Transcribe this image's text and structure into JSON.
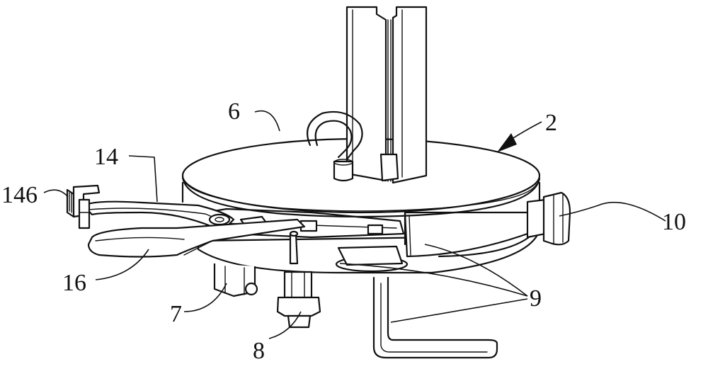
{
  "figure": {
    "labels": [
      {
        "id": "label-2",
        "text": "2"
      },
      {
        "id": "label-6",
        "text": "6"
      },
      {
        "id": "label-14",
        "text": "14"
      },
      {
        "id": "label-146",
        "text": "146"
      },
      {
        "id": "label-16",
        "text": "16"
      },
      {
        "id": "label-10",
        "text": "10"
      },
      {
        "id": "label-9",
        "text": "9"
      },
      {
        "id": "label-7",
        "text": "7"
      },
      {
        "id": "label-8",
        "text": "8"
      }
    ]
  }
}
